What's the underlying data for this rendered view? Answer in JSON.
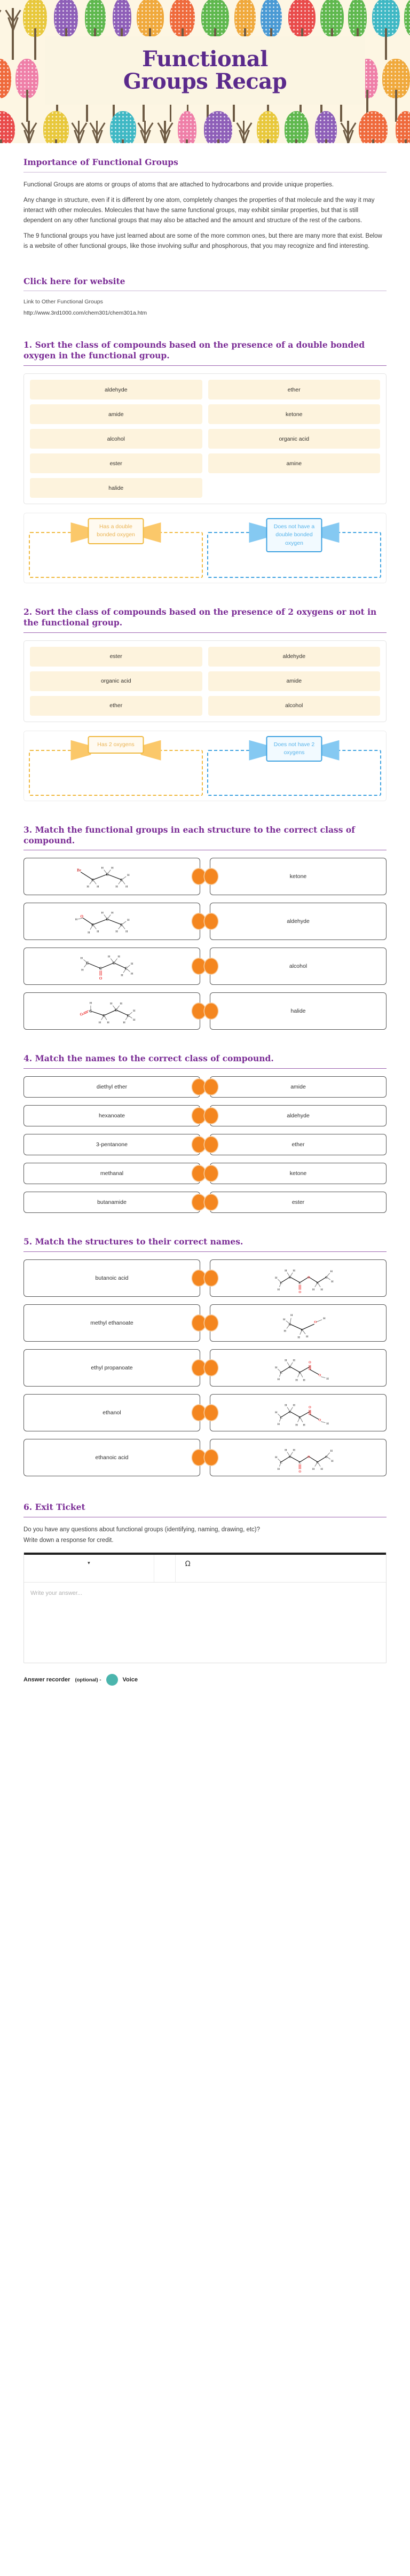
{
  "header": {
    "title_line1": "Functional",
    "title_line2": "Groups Recap"
  },
  "intro": {
    "heading": "Importance of Functional Groups",
    "p1": "Functional Groups are atoms or groups of atoms that are attached to hydrocarbons and provide unique properties.",
    "p2": "Any change in structure, even if it is different by one atom, completely changes the properties of that molecule and the way it may interact with other molecules. Molecules that have the same functional groups, may exhibit similar properties, but that is still dependent on any other functional groups that may also be attached and the amount and structure of the rest of the carbons.",
    "p3": "The 9 functional groups you have just learned about are some of the more common ones, but there are many more that exist. Below is a website of other functional groups, like those involving sulfur and phosphorous, that you may recognize and find interesting."
  },
  "website": {
    "heading": "Click here for website",
    "link_label": "Link to Other Functional Groups",
    "url": "http://www.3rd1000.com/chem301/chem301a.htm"
  },
  "q1": {
    "heading": "1. Sort the class of compounds based on the presence of a double bonded oxygen in the functional group.",
    "tiles": [
      "aldehyde",
      "ether",
      "amide",
      "ketone",
      "alcohol",
      "organic acid",
      "ester",
      "amine",
      "halide"
    ],
    "zone_left": "Has a double bonded oxygen",
    "zone_right": "Does not have a double bonded oxygen"
  },
  "q2": {
    "heading": "2. Sort the class of compounds based on the presence of 2 oxygens or not in the functional group.",
    "tiles": [
      "ester",
      "aldehyde",
      "organic acid",
      "amide",
      "ether",
      "alcohol"
    ],
    "zone_left": "Has 2 oxygens",
    "zone_right": "Does not have 2 oxygens"
  },
  "q3": {
    "heading": "3. Match the functional groups in each structure to the correct class of compound.",
    "structures": [
      {
        "name": "bromopropane-structure",
        "kind": "halide"
      },
      {
        "name": "propanol-structure",
        "kind": "alcohol"
      },
      {
        "name": "butanone-structure",
        "kind": "ketone"
      },
      {
        "name": "butanal-structure",
        "kind": "aldehyde"
      }
    ],
    "answers": [
      "ketone",
      "aldehyde",
      "alcohol",
      "halide"
    ]
  },
  "q4": {
    "heading": "4. Match the names to the correct class of compound.",
    "names": [
      "diethyl ether",
      "hexanoate",
      "3-pentanone",
      "methanal",
      "butanamide"
    ],
    "classes": [
      "amide",
      "aldehyde",
      "ether",
      "ketone",
      "ester"
    ]
  },
  "q5": {
    "heading": "5. Match the structures to their correct names.",
    "names": [
      "butanoic acid",
      "methyl ethanoate",
      "ethyl propanoate",
      "ethanol",
      "ethanoic acid"
    ],
    "structures": [
      {
        "name": "ethyl-propanoate-structure"
      },
      {
        "name": "ethanol-structure"
      },
      {
        "name": "butanoic-acid-structure"
      },
      {
        "name": "ethanoic-acid-structure"
      },
      {
        "name": "methyl-ethanoate-structure"
      }
    ]
  },
  "q6": {
    "heading": "6. Exit Ticket",
    "prompt_line1": "Do you have any questions about functional groups (identifying, naming, drawing, etc)?",
    "prompt_line2": "Write down a response for credit.",
    "toolbar": {
      "font_caret": "▾",
      "omega": "Ω"
    },
    "answer_placeholder": "Write your answer..."
  },
  "footer": {
    "recorder_label": "Answer recorder",
    "optional_label": "(optional) -",
    "voice_label": "Voice"
  },
  "colors": {
    "purple": "#7b2d96",
    "title_purple": "#5b2a8c",
    "tile_cream": "#fdf3dd",
    "orange": "#f4861f",
    "yellow": "#f0b93f",
    "blue": "#3fa2e0",
    "teal": "#4bb5ad"
  }
}
